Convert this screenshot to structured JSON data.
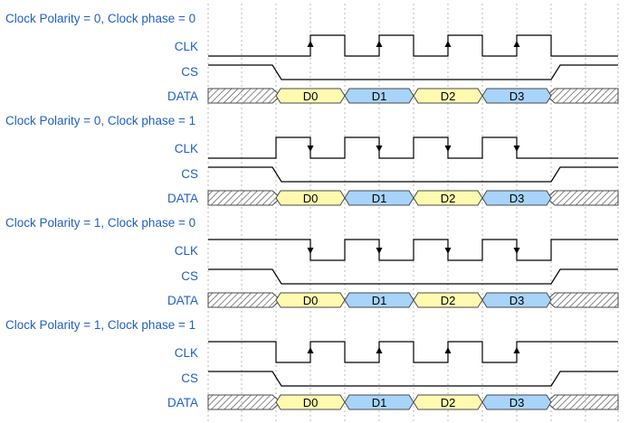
{
  "colors": {
    "label": "#1f5fc4",
    "wave": "#000000",
    "grid": "#b8b8b8",
    "cell_yellow": "#fffab0",
    "cell_blue": "#a8d4fa",
    "cell_stroke": "#4a4a4a",
    "hatch_stroke": "#555555",
    "text": "#000000"
  },
  "signal_names": {
    "clk": "CLK",
    "cs": "CS",
    "data": "DATA"
  },
  "panels": [
    {
      "title": "Clock Polarity = 0, Clock phase = 0",
      "clock_idle": "low",
      "edge_arrow": "up",
      "cells": [
        "D0",
        "D1",
        "D2",
        "D3"
      ]
    },
    {
      "title": "Clock Polarity = 0, Clock phase = 1",
      "clock_idle": "low",
      "edge_arrow": "down",
      "cells": [
        "D0",
        "D1",
        "D2",
        "D3"
      ]
    },
    {
      "title": "Clock Polarity = 1, Clock phase = 0",
      "clock_idle": "high",
      "edge_arrow": "down",
      "cells": [
        "D0",
        "D1",
        "D2",
        "D3"
      ]
    },
    {
      "title": "Clock Polarity = 1, Clock phase = 1",
      "clock_idle": "high",
      "edge_arrow": "up",
      "cells": [
        "D0",
        "D1",
        "D2",
        "D3"
      ]
    }
  ]
}
